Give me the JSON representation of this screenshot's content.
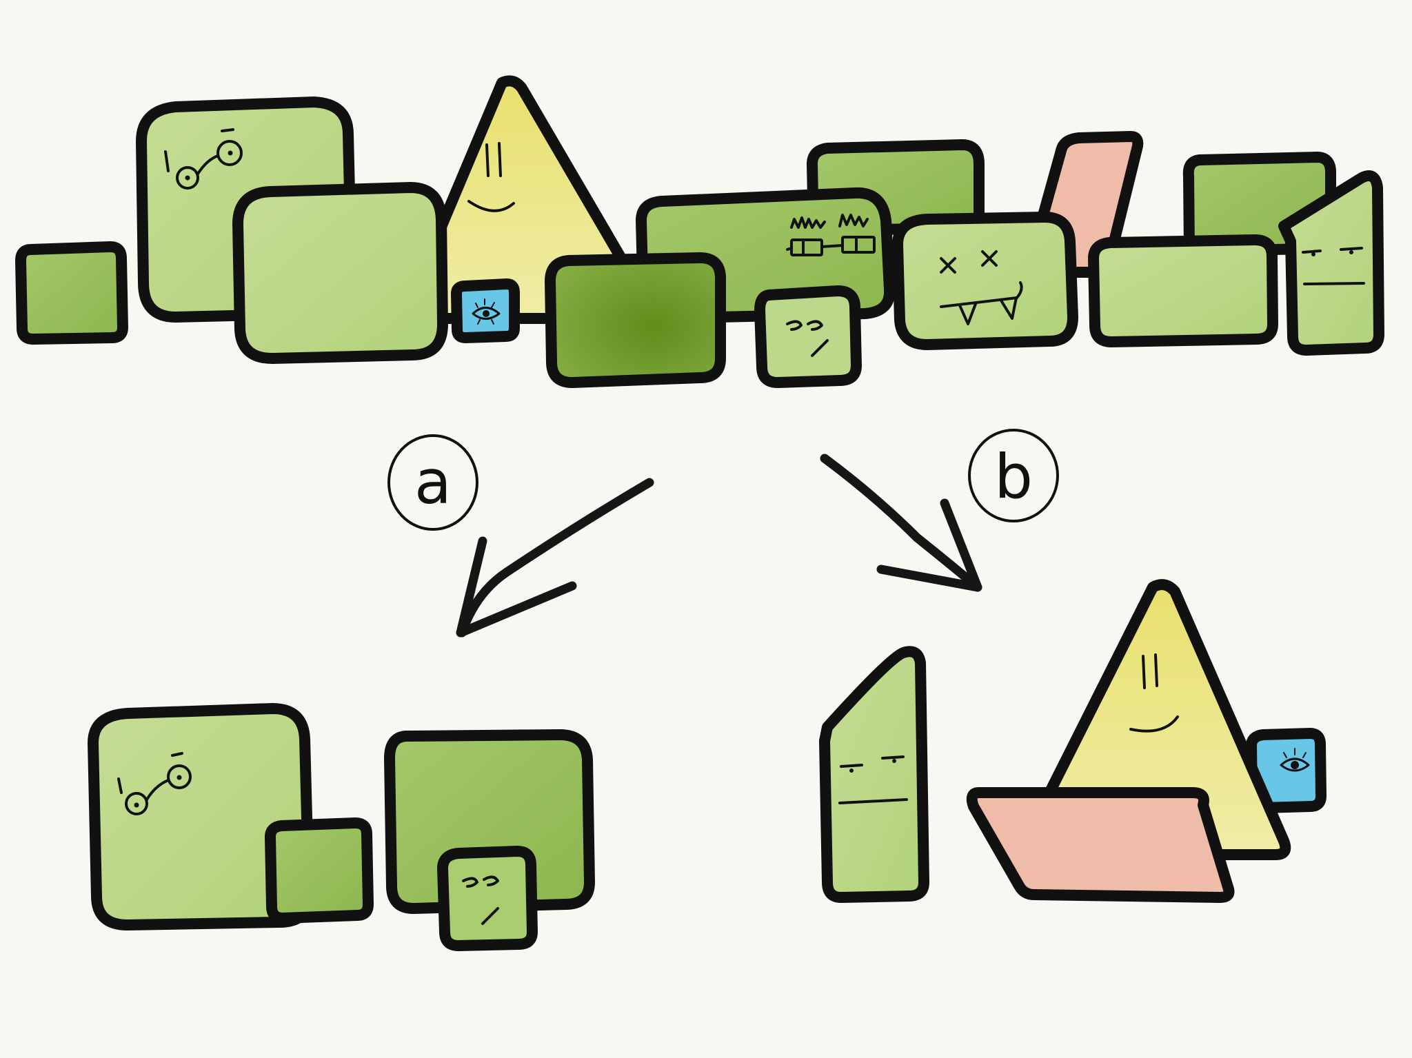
{
  "options": [
    {
      "id": "a",
      "label": "a"
    },
    {
      "id": "b",
      "label": "b"
    }
  ],
  "colors": {
    "background": "#f8f7f2",
    "outline": "#111111",
    "green_light": "#bcd88a",
    "green_mid": "#98c05c",
    "green_dark": "#6f9a2a",
    "yellow": "#ece585",
    "pink": "#efbcaa",
    "blue": "#68c6e6"
  }
}
